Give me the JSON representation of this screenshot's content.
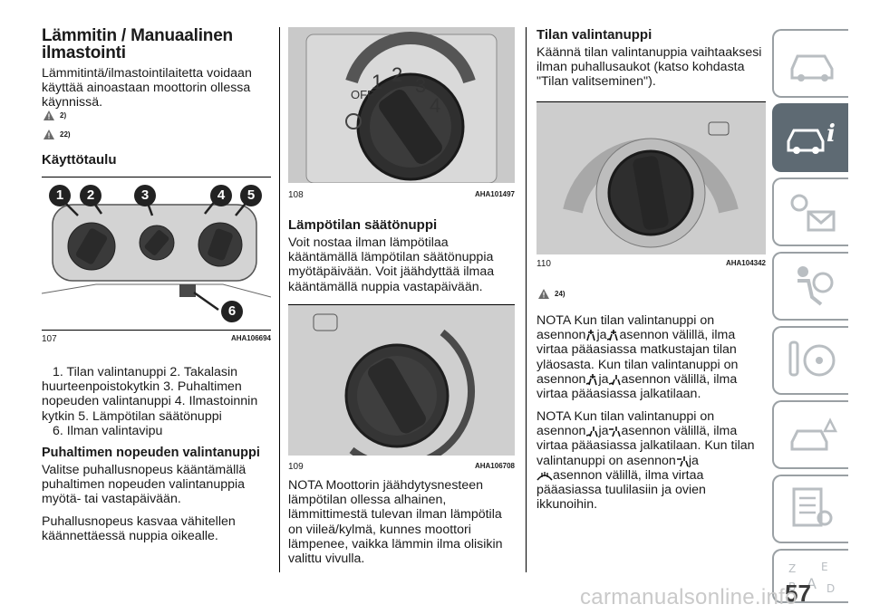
{
  "col1": {
    "title_l1": "Lämmitin / Manuaalinen",
    "title_l2": "ilmastointi",
    "intro": [
      "Lämmitintä/ilmastointilaitetta voidaan",
      "käyttää ainoastaan moottorin ollessa",
      "käynnissä."
    ],
    "warn1": "2)",
    "warn2": "22)",
    "section": "Käyttötaulu",
    "fig": {
      "num": "107",
      "code": "AHA106694",
      "labels": [
        "1",
        "2",
        "3",
        "4",
        "5",
        "6"
      ]
    },
    "legend": [
      "1. Tilan valintanuppi  2. Takalasin",
      "huurteenpoistokytkin  3. Puhaltimen",
      "nopeuden valintanuppi  4. Ilmastoinnin",
      "kytkin  5. Lämpötilan säätönuppi",
      "6. Ilman valintavipu"
    ],
    "fan_title": "Puhaltimen nopeuden valintanuppi",
    "fan_p1": [
      "Valitse puhallusnopeus kääntämällä",
      "puhaltimen nopeuden valintanuppia",
      "myötä- tai vastapäivään."
    ],
    "fan_p2": [
      "Puhallusnopeus kasvaa vähitellen",
      "käännettäessä nuppia oikealle."
    ]
  },
  "col2": {
    "fig1": {
      "num": "108",
      "code": "AHA101497",
      "dial": [
        "OFF",
        "1",
        "2",
        "3",
        "4"
      ]
    },
    "temp_title": "Lämpötilan säätönuppi",
    "temp_p": [
      "Voit nostaa ilman lämpötilaa",
      "kääntämällä lämpötilan säätönuppia",
      "myötäpäivään. Voit jäähdyttää ilmaa",
      "kääntämällä nuppia vastapäivään."
    ],
    "fig2": {
      "num": "109",
      "code": "AHA106708"
    },
    "note": [
      "NOTA  Moottorin jäähdytysnesteen",
      "lämpötilan ollessa alhainen,",
      "lämmittimestä tulevan ilman lämpötila",
      "on viileä/kylmä, kunnes moottori",
      "lämpenee, vaikka lämmin ilma olisikin",
      "valittu vivulla."
    ]
  },
  "col3": {
    "title": "Tilan valintanuppi",
    "p": [
      "Käännä tilan valintanuppia vaihtaaksesi",
      "ilman puhallusaukot (katso kohdasta",
      "\"Tilan valitseminen\")."
    ],
    "fig": {
      "num": "110",
      "code": "AHA104342"
    },
    "warn": "24)",
    "n1": {
      "l1a": "NOTA  Kun tilan valintanuppi on",
      "l2a": "asennon",
      "ja": "ja",
      "l2b": "asennon välillä, ilma",
      "l3": "virtaa pääasiassa matkustajan tilan",
      "l4": "yläosasta. Kun tilan valintanuppi on",
      "l5a": "asennon",
      "l5b": "asennon välillä, ilma",
      "l6": "virtaa pääasiassa jalkatilaan."
    },
    "n2": {
      "l1": "NOTA  Kun tilan valintanuppi on",
      "l2a": "asennon",
      "l2b": "asennon välillä, ilma",
      "l3": "virtaa pääasiassa jalkatilaan. Kun tilan",
      "l4a": "valintanuppi on asennon",
      "l5": "asennon välillä, ilma virtaa",
      "l6": "pääasiassa tuulilasiin ja ovien",
      "l7": "ikkunoihin."
    }
  },
  "page_number": "57",
  "watermark": "carmanualsonline.info",
  "colors": {
    "accent": "#5e6a73",
    "tab_border": "#9aa0a4"
  }
}
